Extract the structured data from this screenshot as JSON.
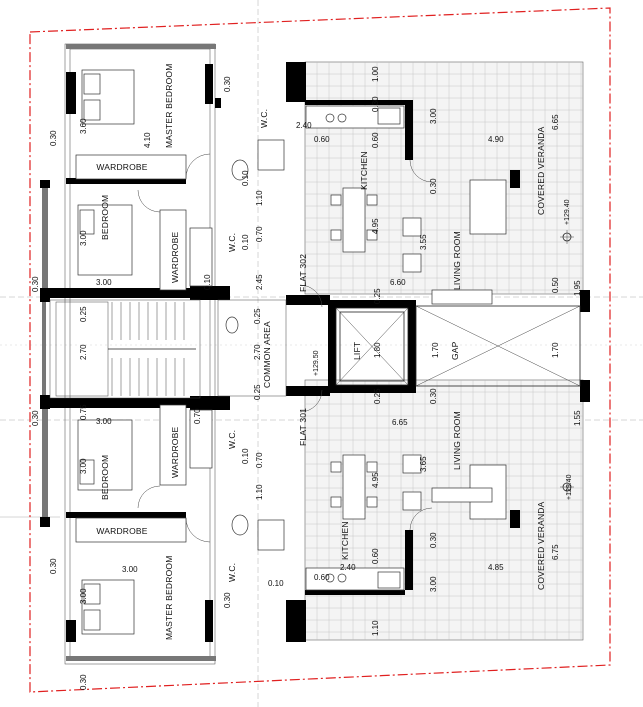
{
  "rooms": {
    "master_bedroom_top": "MASTER BEDROOM",
    "master_bedroom_bottom": "MASTER BEDROOM",
    "wardrobe_top": "WARDROBE",
    "wardrobe_bottom": "WARDROBE",
    "bedroom_top": "BEDROOM",
    "bedroom_bottom": "BEDROOM",
    "wardrobe_side_top": "WARDROBE",
    "wardrobe_side_bottom": "WARDROBE",
    "wc_1": "W.C.",
    "wc_2": "W.C.",
    "wc_3": "W.C.",
    "wc_4": "W.C.",
    "kitchen_top": "KITCHEN",
    "kitchen_bottom": "KITCHEN",
    "living_top": "LIVING ROOM",
    "living_bottom": "LIVING ROOM",
    "veranda_top": "COVERED VERANDA",
    "veranda_bottom": "COVERED VERANDA",
    "flat_302": "FLAT 302",
    "flat_301": "FLAT 301",
    "common_area": "COMMON AREA",
    "lift": "LIFT",
    "gap": "GAP"
  },
  "dimensions": {
    "d_410": "4.10",
    "d_300_bed_top": "3.00",
    "d_300_bed_w_top": "3.00",
    "d_300_bed_bot": "3.00",
    "d_300_bed_w_bot": "3.00",
    "d_300_mb_bot": "3.00",
    "d_300_mb_w_bot": "3.00",
    "d_360": "3.60",
    "d_030_a": "0.30",
    "d_030_b": "0.30",
    "d_030_c": "0.30",
    "d_030_d": "0.30",
    "d_030_e": "0.30",
    "d_030_f": "0.30",
    "d_030_g": "0.30",
    "d_030_h": "0.30",
    "d_030_i": "0.30",
    "d_030_j": "0.30",
    "d_030_k": "0.30",
    "d_100": "1.00",
    "d_300_k_top": "3.00",
    "d_300_k_bot": "3.00",
    "d_490": "4.90",
    "d_485": "4.85",
    "d_665": "6.65",
    "d_675": "6.75",
    "d_495_top": "4.95",
    "d_495_bot": "4.95",
    "d_355": "3.55",
    "d_365": "3.65",
    "d_660": "6.60",
    "d_665_liv": "6.65",
    "d_270_a": "2.70",
    "d_270_b": "2.70",
    "d_180": "1.80",
    "d_170_a": "1.70",
    "d_170_b": "1.70",
    "d_025_a": "0.25",
    "d_025_b": "0.25",
    "d_025_c": "0.25",
    "d_025_d": "0.25",
    "d_025_e": "0.25",
    "d_060_top": "0.60",
    "d_060_top2": "0.60",
    "d_060_bot": "0.60",
    "d_060_bot2": "0.60",
    "d_240_top": "2.40",
    "d_240_bot": "2.40",
    "d_245": "2.45",
    "d_110_a": "1.10",
    "d_110_b": "1.10",
    "d_110_c": "1.10",
    "d_010_a": "0.10",
    "d_010_b": "0.10",
    "d_010_c": "0.10",
    "d_010_d": "0.10",
    "d_010_e": "0.10",
    "d_070_a": "0.70",
    "d_070_b": "0.70",
    "d_070_c": "0.70",
    "d_050": "0.50",
    "d_155": "1.55",
    "d_195": "1.95",
    "d_075": "0.75"
  },
  "levels": {
    "lvl_veranda_top": "+129.40",
    "lvl_veranda_bot": "+129.40",
    "lvl_common": "+129.50"
  },
  "colors": {
    "boundary": "#e02020",
    "wall": "#000000",
    "grid": "#bdbdbd"
  }
}
